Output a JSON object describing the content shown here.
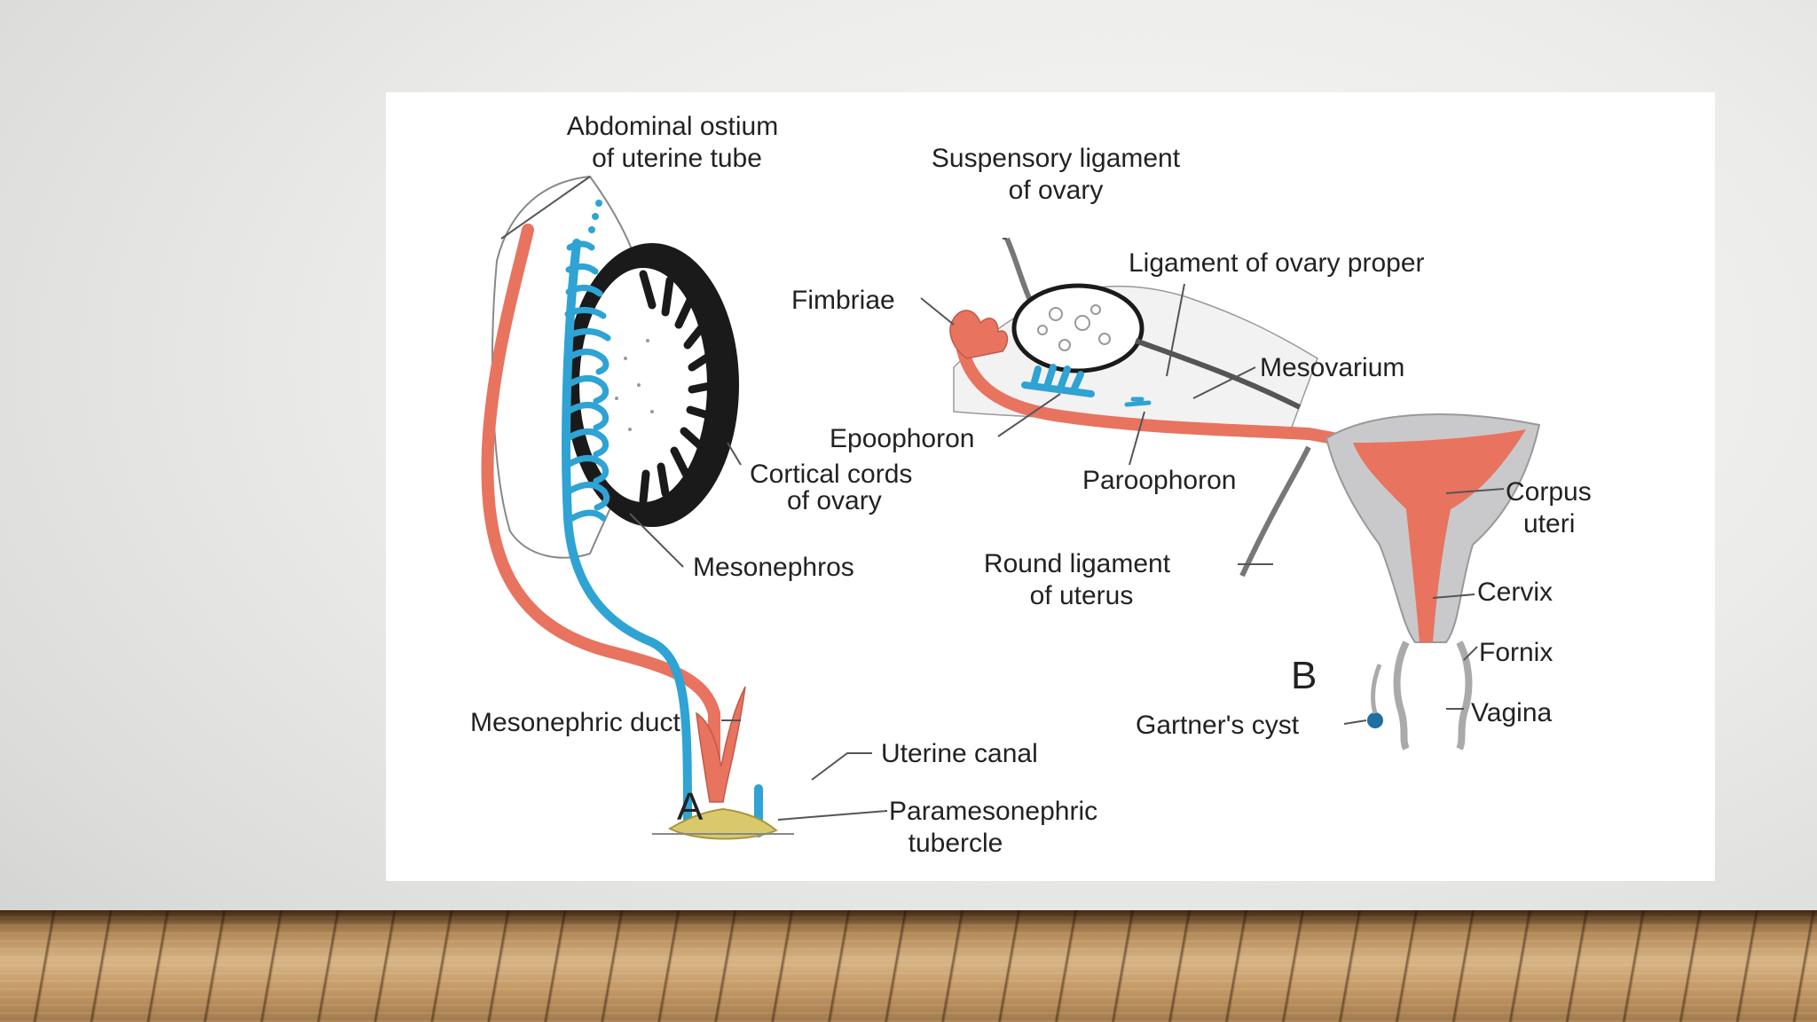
{
  "colors": {
    "paramesonephric": "#e8735f",
    "mesonephric": "#2ea3d4",
    "ovary": "#1a1a1a",
    "uterus_wall": "#c9c9cb",
    "tubercle": "#d9c96a"
  },
  "diagram": {
    "panel_a": {
      "letter": "A",
      "labels": {
        "abdominal_ostium_1": "Abdominal ostium",
        "abdominal_ostium_2": "of uterine tube",
        "cortical_cords_1": "Cortical cords",
        "cortical_cords_2": "of ovary",
        "mesonephros": "Mesonephros",
        "mesonephric_duct": "Mesonephric duct",
        "uterine_canal": "Uterine canal",
        "paramesonephric_tubercle_1": "Paramesonephric",
        "paramesonephric_tubercle_2": "tubercle"
      }
    },
    "panel_b": {
      "letter": "B",
      "labels": {
        "suspensory_ligament_1": "Suspensory ligament",
        "suspensory_ligament_2": "of ovary",
        "ligament_ovary_proper": "Ligament of ovary proper",
        "fimbriae": "Fimbriae",
        "mesovarium": "Mesovarium",
        "epoophoron": "Epoophoron",
        "paroophoron": "Paroophoron",
        "corpus_uteri_1": "Corpus",
        "corpus_uteri_2": "uteri",
        "round_ligament_1": "Round ligament",
        "round_ligament_2": "of uterus",
        "cervix": "Cervix",
        "fornix": "Fornix",
        "vagina": "Vagina",
        "gartners_cyst": "Gartner's cyst"
      }
    }
  }
}
